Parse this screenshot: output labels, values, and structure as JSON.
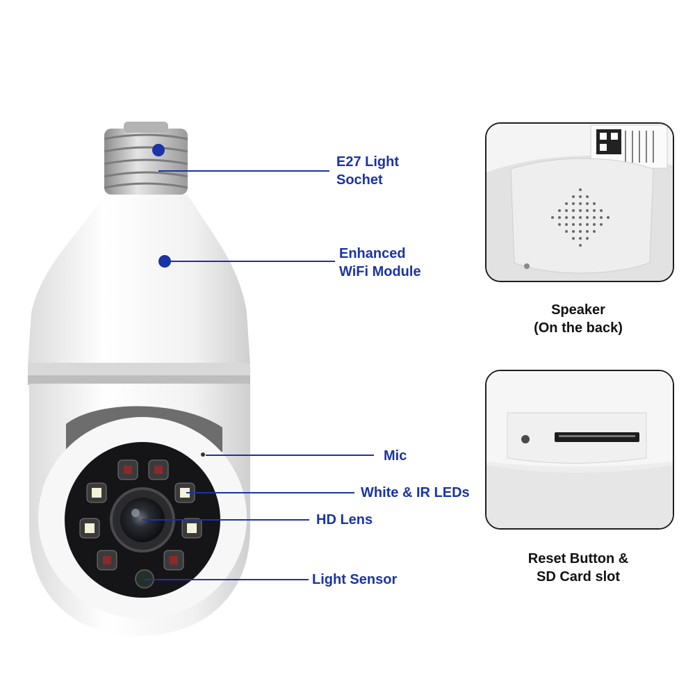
{
  "callouts": {
    "socket": {
      "line1": "E27 Light",
      "line2": "Sochet"
    },
    "wifi": {
      "line1": "Enhanced",
      "line2": "WiFi Module"
    },
    "mic": "Mic",
    "leds": "White & IR LEDs",
    "lens": "HD Lens",
    "sensor": "Light Sensor"
  },
  "insets": {
    "speaker": {
      "line1": "Speaker",
      "line2": "(On the back)"
    },
    "reset": {
      "line1": "Reset Button &",
      "line2": "SD Card slot"
    }
  },
  "colors": {
    "callout": "#1a33a6",
    "caption": "#111111",
    "camera_body": "#f3f3f3",
    "inset_border": "#1d1d1d"
  }
}
